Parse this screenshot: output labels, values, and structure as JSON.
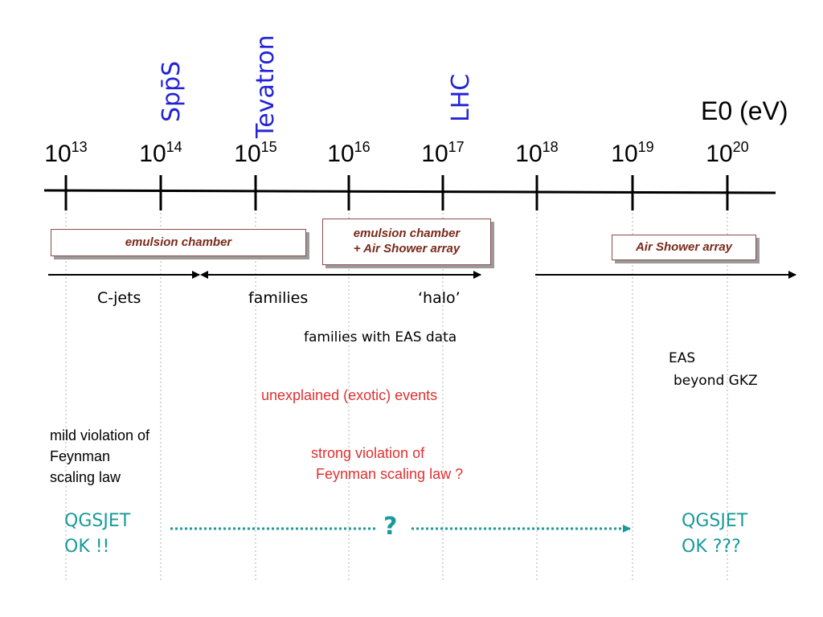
{
  "axis": {
    "title": "E0 (eV)",
    "ticks": [
      {
        "base": "10",
        "exp": "13"
      },
      {
        "base": "10",
        "exp": "14"
      },
      {
        "base": "10",
        "exp": "15"
      },
      {
        "base": "10",
        "exp": "16"
      },
      {
        "base": "10",
        "exp": "17"
      },
      {
        "base": "10",
        "exp": "18"
      },
      {
        "base": "10",
        "exp": "19"
      },
      {
        "base": "10",
        "exp": "20"
      }
    ]
  },
  "accelerators": [
    "Spp̄S",
    "Tevatron",
    "LHC"
  ],
  "boxes": {
    "emulsion": "emulsion chamber",
    "combo_line1": "emulsion chamber",
    "combo_line2": "+  Air Shower array",
    "air_shower": "Air Shower array"
  },
  "ranges": {
    "cjets": "C-jets",
    "families": "families",
    "halo": "‘halo’"
  },
  "notes": {
    "families_eas": "families with EAS data",
    "eas": "EAS",
    "beyond_gkz": "beyond GKZ",
    "unexplained": "unexplained (exotic) events",
    "strong1": "strong violation of",
    "strong2": "Feynman scaling law ?",
    "mild1": "mild violation of",
    "mild2": "Feynman",
    "mild3": "scaling law"
  },
  "models": {
    "left1": "QGSJET",
    "left2": "OK !!",
    "question": "?",
    "right1": "QGSJET",
    "right2": "OK ???"
  },
  "colors": {
    "accent_blue": "#2323d6",
    "red_text": "#e03030",
    "teal": "#1a9a9a",
    "box_text": "#7a2a1a"
  }
}
